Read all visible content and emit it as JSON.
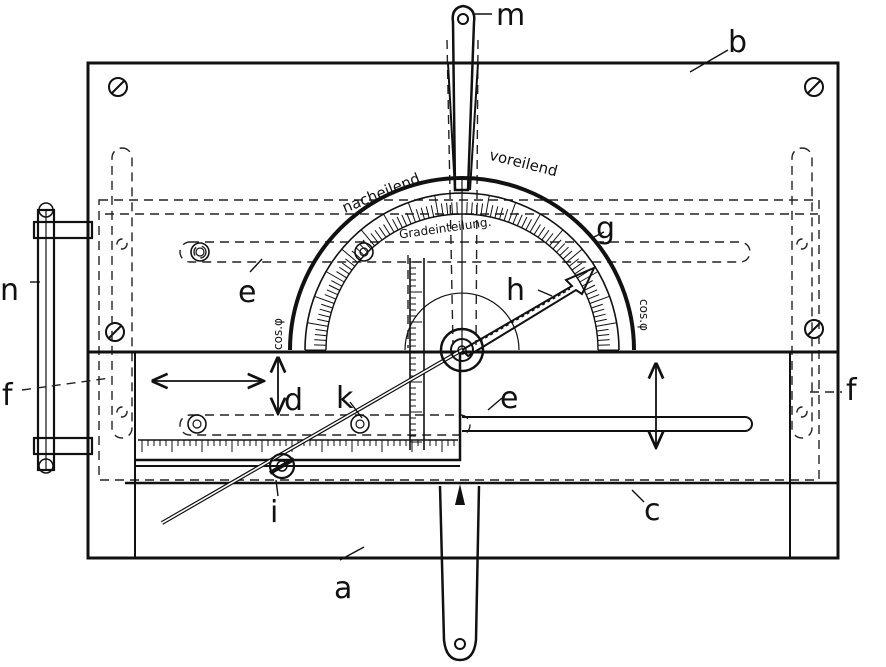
{
  "labels": {
    "a": "a",
    "b": "b",
    "c": "c",
    "d": "d",
    "e_left": "e",
    "e_right": "e",
    "f_left": "f",
    "f_right": "f",
    "g": "g",
    "h": "h",
    "i": "i",
    "k": "k",
    "m": "m",
    "n": "n"
  },
  "scale_text": {
    "lagging": "nacheilend",
    "leading": "voreilend",
    "degree_scale": "Gradeinteilung.",
    "cos_left": "cos.φ",
    "cos_right": "cos.φ"
  }
}
